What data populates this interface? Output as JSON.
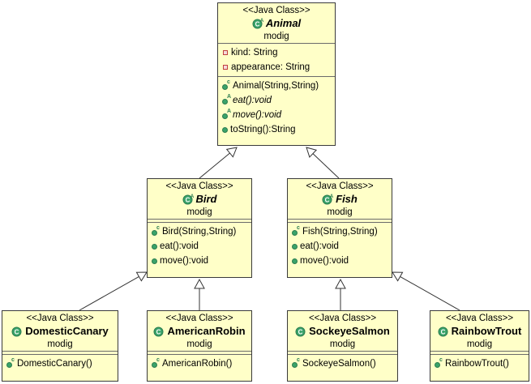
{
  "stereotype": "<<Java Class>>",
  "colors": {
    "box_fill": "#ffffc8",
    "box_border": "#3a3a3a",
    "icon_green": "#3aa36a",
    "field_red": "#c04040"
  },
  "classes": [
    {
      "id": "Animal",
      "name": "Animal",
      "package": "modig",
      "abstract": true,
      "fields": [
        {
          "icon": "private-field-icon",
          "text": "kind: String"
        },
        {
          "icon": "private-field-icon",
          "text": "appearance: String"
        }
      ],
      "methods": [
        {
          "icon": "constructor-icon",
          "text": "Animal(String,String)",
          "italic": false
        },
        {
          "icon": "abstract-method-icon",
          "text": "eat():void",
          "italic": true
        },
        {
          "icon": "abstract-method-icon",
          "text": "move():void",
          "italic": true
        },
        {
          "icon": "public-method-icon",
          "text": "toString():String",
          "italic": false
        }
      ]
    },
    {
      "id": "Bird",
      "name": "Bird",
      "package": "modig",
      "abstract": true,
      "fields": [],
      "methods": [
        {
          "icon": "constructor-icon",
          "text": "Bird(String,String)",
          "italic": false
        },
        {
          "icon": "public-method-icon",
          "text": "eat():void",
          "italic": false
        },
        {
          "icon": "public-method-icon",
          "text": "move():void",
          "italic": false
        }
      ]
    },
    {
      "id": "Fish",
      "name": "Fish",
      "package": "modig",
      "abstract": true,
      "fields": [],
      "methods": [
        {
          "icon": "constructor-icon",
          "text": "Fish(String,String)",
          "italic": false
        },
        {
          "icon": "public-method-icon",
          "text": "eat():void",
          "italic": false
        },
        {
          "icon": "public-method-icon",
          "text": "move():void",
          "italic": false
        }
      ]
    },
    {
      "id": "DomesticCanary",
      "name": "DomesticCanary",
      "package": "modig",
      "abstract": false,
      "fields": [],
      "methods": [
        {
          "icon": "constructor-icon",
          "text": "DomesticCanary()",
          "italic": false
        }
      ]
    },
    {
      "id": "AmericanRobin",
      "name": "AmericanRobin",
      "package": "modig",
      "abstract": false,
      "fields": [],
      "methods": [
        {
          "icon": "constructor-icon",
          "text": "AmericanRobin()",
          "italic": false
        }
      ]
    },
    {
      "id": "SockeyeSalmon",
      "name": "SockeyeSalmon",
      "package": "modig",
      "abstract": false,
      "fields": [],
      "methods": [
        {
          "icon": "constructor-icon",
          "text": "SockeyeSalmon()",
          "italic": false
        }
      ]
    },
    {
      "id": "RainbowTrout",
      "name": "RainbowTrout",
      "package": "modig",
      "abstract": false,
      "fields": [],
      "methods": [
        {
          "icon": "constructor-icon",
          "text": "RainbowTrout()",
          "italic": false
        }
      ]
    }
  ],
  "generalizations": [
    {
      "from": "Bird",
      "to": "Animal"
    },
    {
      "from": "Fish",
      "to": "Animal"
    },
    {
      "from": "DomesticCanary",
      "to": "Bird"
    },
    {
      "from": "AmericanRobin",
      "to": "Bird"
    },
    {
      "from": "SockeyeSalmon",
      "to": "Fish"
    },
    {
      "from": "RainbowTrout",
      "to": "Fish"
    }
  ]
}
